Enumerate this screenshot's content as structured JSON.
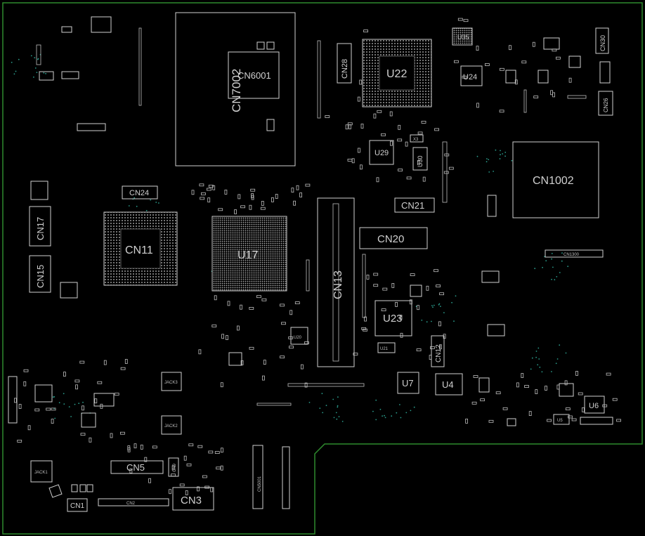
{
  "colors": {
    "background": "#000000",
    "outline": "#2e8b2e",
    "silkscreen": "#d0d0d0",
    "via": "#2a9a8a"
  },
  "labels": {
    "cn7002": "CN7002",
    "cn6001": "CN6001",
    "cn28": "CN28",
    "u22": "U22",
    "u24": "U24",
    "cn30": "CN30",
    "cn26": "CN26",
    "cn1002": "CN1002",
    "cn24": "CN24",
    "cn17": "CN17",
    "cn15": "CN15",
    "cn11": "CN11",
    "u17": "U17",
    "cn13": "CN13",
    "cn21": "CN21",
    "cn20": "CN20",
    "u23": "U23",
    "cn12": "CN12",
    "u7": "U7",
    "u4": "U4",
    "u29": "U29",
    "u30": "U30",
    "x3": "X3",
    "u21": "U21",
    "u6": "U6",
    "u5": "U5",
    "u35": "U35",
    "u20": "U20",
    "cn1300": "CN1300",
    "cn5": "CN5",
    "cn3": "CN3",
    "cn1": "CN1",
    "cn2": "CN2",
    "cn5001": "CN5001",
    "jack1": "JACK1",
    "jack2": "JACK2",
    "jack3": "JACK3",
    "cn9": "CN9"
  }
}
